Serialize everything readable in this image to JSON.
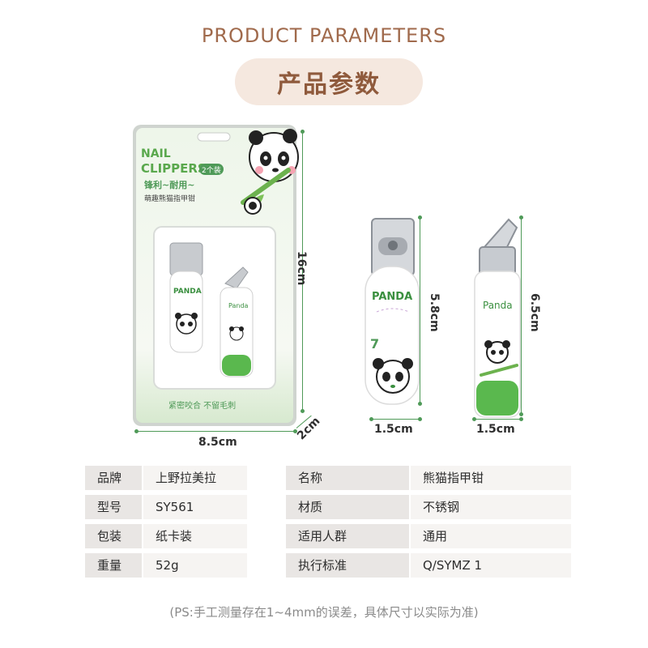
{
  "header": {
    "title_en": "PRODUCT PARAMETERS",
    "title_cn": "产品参数"
  },
  "package": {
    "brand_line1": "NAIL",
    "brand_line2": "CLIPPERS",
    "badge": "2个装",
    "slogan": "锋利~耐用~",
    "subtitle": "萌趣熊猫指甲钳",
    "bottom_text": "紧密咬合  不留毛刺",
    "big_clipper_text": "PANDA",
    "small_clipper_text": "Panda"
  },
  "dimensions": {
    "pkg_height": "16cm",
    "pkg_width": "8.5cm",
    "pkg_depth": "2cm",
    "big_height": "5.8cm",
    "big_width": "1.5cm",
    "small_height": "6.5cm",
    "small_width": "1.5cm"
  },
  "big_clipper_text": "PANDA",
  "small_clipper_text": "Panda",
  "specs": {
    "left": [
      {
        "key": "品牌",
        "value": "上野拉美拉"
      },
      {
        "key": "型号",
        "value": "SY561"
      },
      {
        "key": "包装",
        "value": "纸卡装"
      },
      {
        "key": "重量",
        "value": "52g"
      }
    ],
    "right": [
      {
        "key": "名称",
        "value": "熊猫指甲钳"
      },
      {
        "key": "材质",
        "value": "不锈钢"
      },
      {
        "key": "适用人群",
        "value": "通用"
      },
      {
        "key": "执行标准",
        "value": "Q/SYMZ 1"
      }
    ]
  },
  "note": "(PS:手工测量存在1~4mm的误差，具体尺寸以实际为准)",
  "colors": {
    "accent_brown": "#a06a4c",
    "green": "#4f9a58",
    "pill_bg": "#f5e8df"
  }
}
